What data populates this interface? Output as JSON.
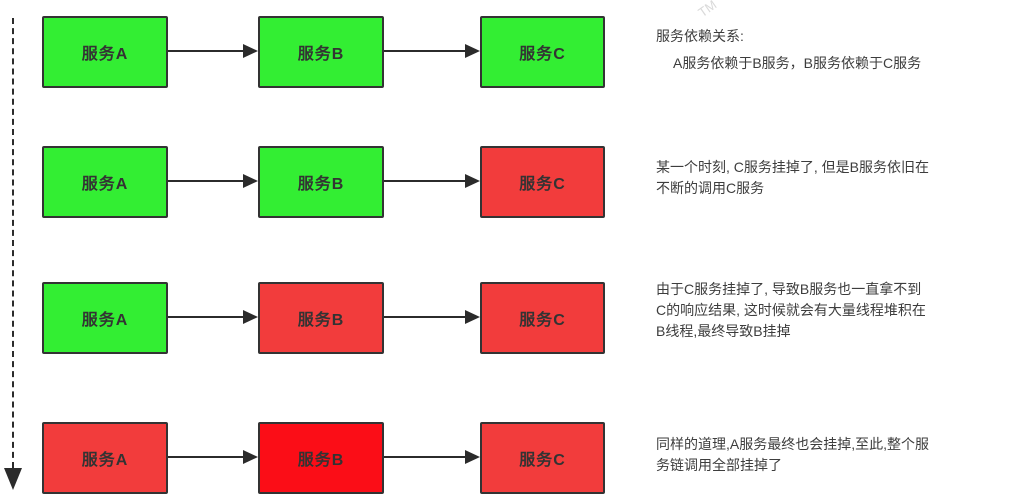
{
  "colors": {
    "service_ok": "#33ee33",
    "service_down": "#f23c3c",
    "service_down_source": "#fb0d17",
    "box_border": "#333333",
    "arrow": "#2b2b2b",
    "note_text": "#3d3d3d"
  },
  "watermark": "TM",
  "rows": [
    {
      "boxes": [
        {
          "label": "服务A",
          "state": "service_ok"
        },
        {
          "label": "服务B",
          "state": "service_ok"
        },
        {
          "label": "服务C",
          "state": "service_ok"
        }
      ],
      "note_lines": [
        "服务依赖关系:",
        "A服务依赖于B服务，B服务依赖于C服务"
      ]
    },
    {
      "boxes": [
        {
          "label": "服务A",
          "state": "service_ok"
        },
        {
          "label": "服务B",
          "state": "service_ok"
        },
        {
          "label": "服务C",
          "state": "service_down"
        }
      ],
      "note_lines": [
        "某一个时刻, C服务挂掉了, 但是B服务依旧在",
        "不断的调用C服务"
      ]
    },
    {
      "boxes": [
        {
          "label": "服务A",
          "state": "service_ok"
        },
        {
          "label": "服务B",
          "state": "service_down"
        },
        {
          "label": "服务C",
          "state": "service_down"
        }
      ],
      "note_lines": [
        "由于C服务挂掉了, 导致B服务也一直拿不到",
        "C的响应结果, 这时候就会有大量线程堆积在",
        "B线程,最终导致B挂掉"
      ]
    },
    {
      "boxes": [
        {
          "label": "服务A",
          "state": "service_down"
        },
        {
          "label": "服务B",
          "state": "service_down_source"
        },
        {
          "label": "服务C",
          "state": "service_down"
        }
      ],
      "note_lines": [
        "同样的道理,A服务最终也会挂掉,至此,整个服",
        "务链调用全部挂掉了"
      ]
    }
  ]
}
